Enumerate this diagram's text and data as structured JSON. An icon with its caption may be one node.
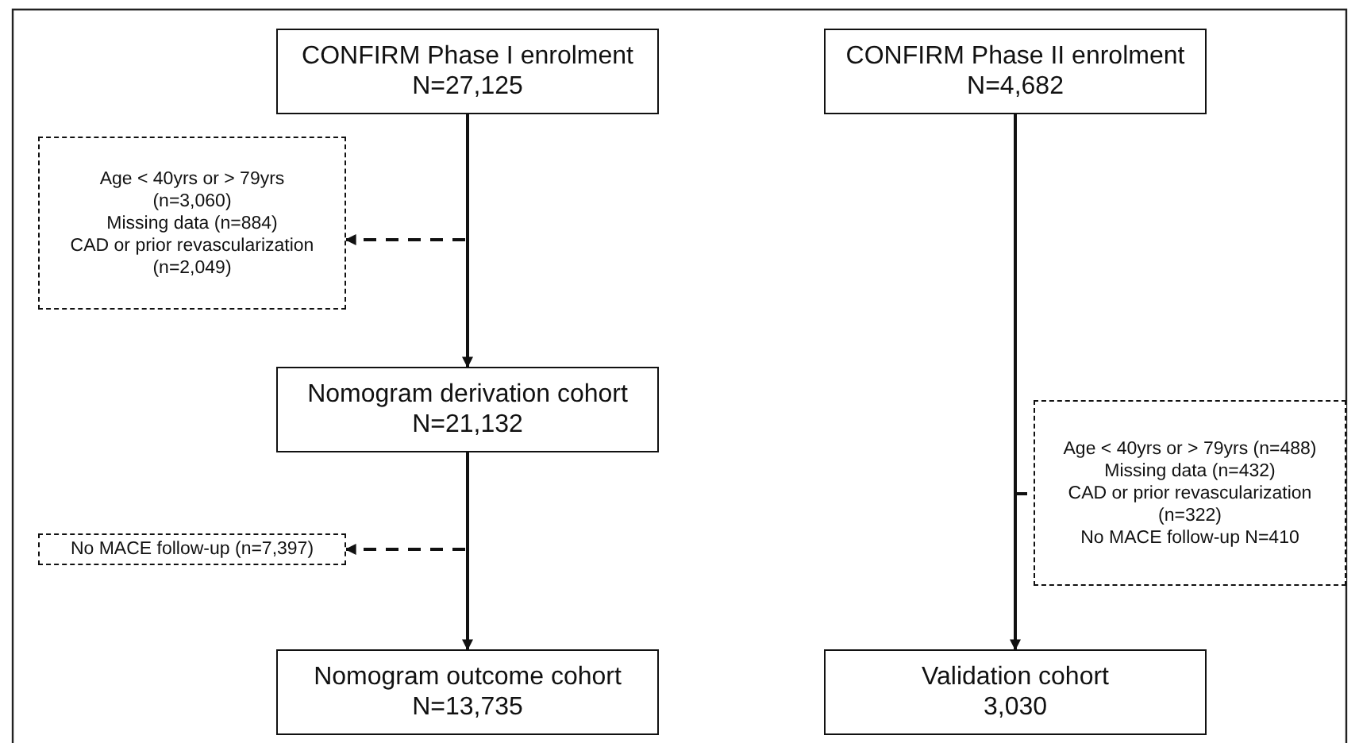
{
  "diagram": {
    "nodes": [
      {
        "text": [
          "CONFIRM Phase I enrolment",
          "N=27,125"
        ]
      },
      {
        "text": [
          "CONFIRM Phase II enrolment",
          "N=4,682"
        ]
      },
      {
        "text": [
          "Age < 40yrs or > 79yrs (n=3,060)",
          "Missing data (n=884)",
          "CAD or prior revascularization (n=2,049)"
        ]
      },
      {
        "text": [
          "Nomogram derivation cohort",
          "N=21,132"
        ]
      },
      {
        "text": [
          "Age < 40yrs or > 79yrs (n=488)",
          "Missing data (n=432)",
          "CAD or prior revascularization (n=322)",
          "No MACE follow-up N=410"
        ]
      },
      {
        "text": [
          "No MACE follow-up (n=7,397)"
        ]
      },
      {
        "text": [
          "Nomogram outcome cohort",
          "N=13,735"
        ]
      },
      {
        "text": [
          "Validation cohort",
          "3,030"
        ]
      }
    ],
    "edges": [
      {
        "from": 0,
        "to": 3,
        "arrow": "to"
      },
      {
        "from": 3,
        "to": 6,
        "arrow": "to"
      },
      {
        "from": 1,
        "to": 7,
        "arrow": "to"
      },
      {
        "from": null,
        "to": 2,
        "arrow": "to",
        "style": "dashed"
      },
      {
        "from": null,
        "to": 5,
        "arrow": "to",
        "style": "dashed"
      },
      {
        "from": null,
        "to": 4,
        "arrow": "none",
        "style": "dashed"
      }
    ]
  }
}
